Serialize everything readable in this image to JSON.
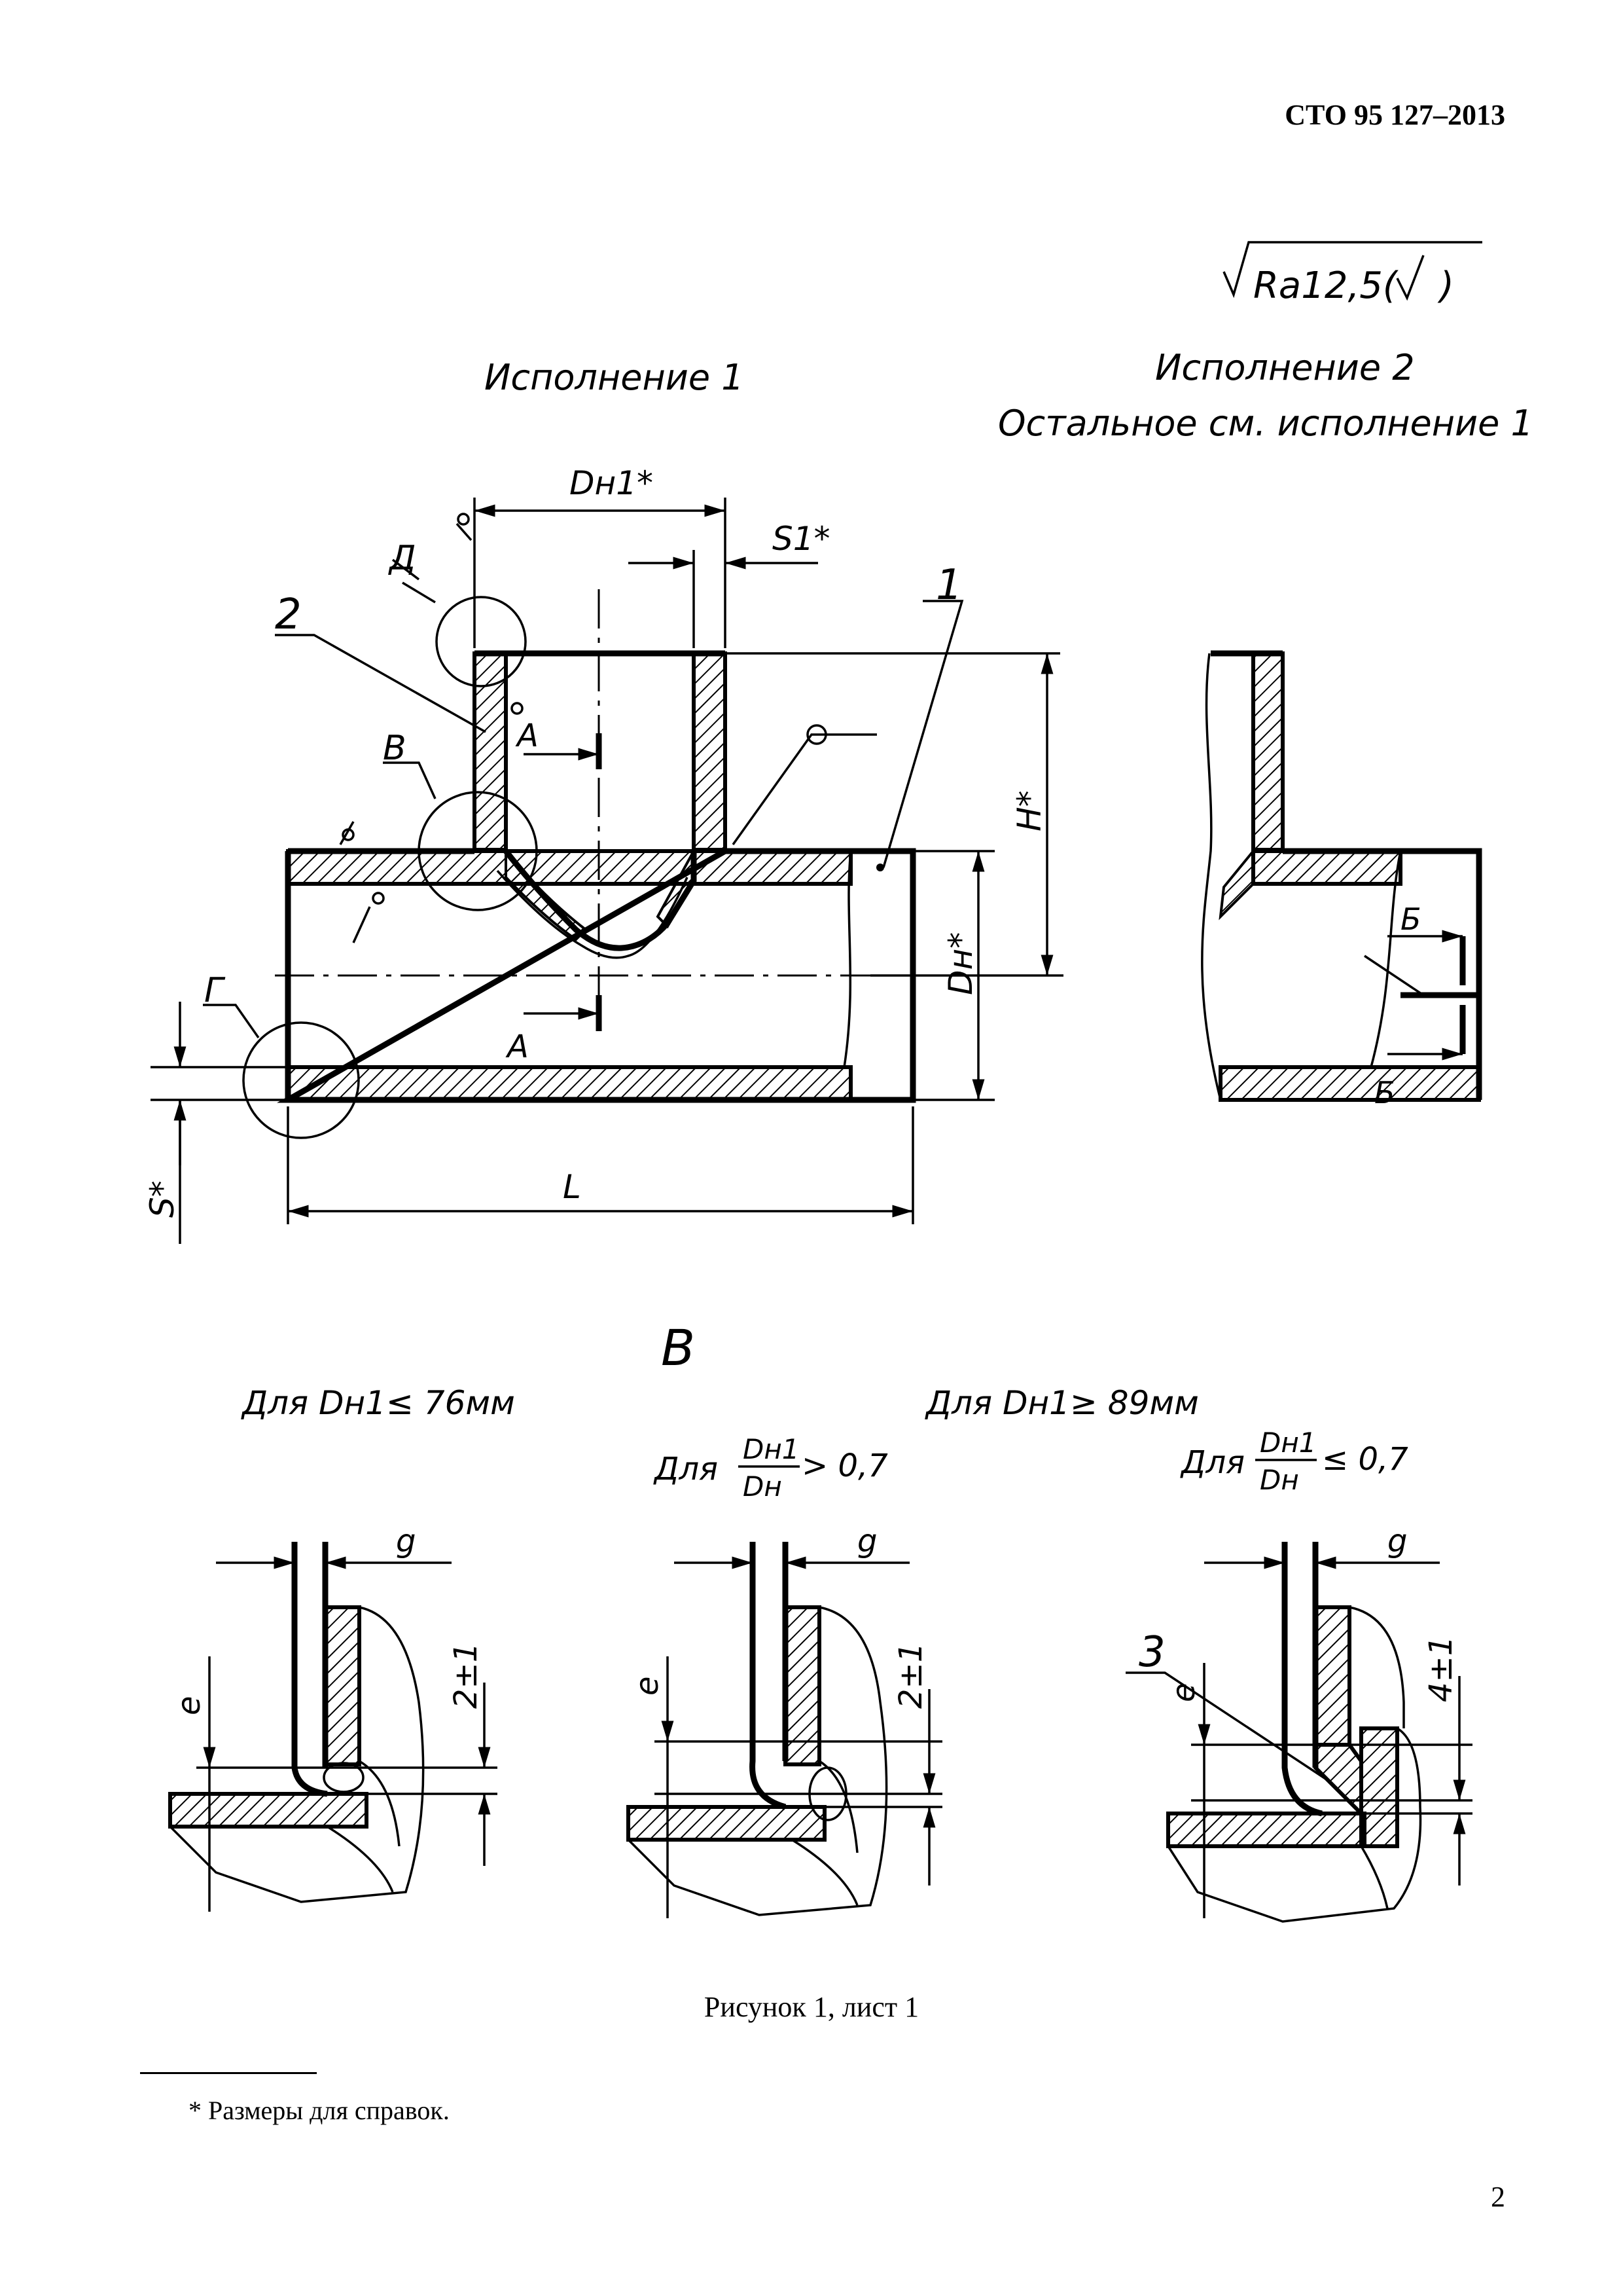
{
  "header": {
    "doc_code": "СТО 95 127–2013"
  },
  "roughness": {
    "label": "Ra12,5(",
    "suffix": ")"
  },
  "variants": {
    "v1_title": "Исполнение 1",
    "v2_title": "Исполнение 2",
    "v2_note": "Остальное см. исполнение 1"
  },
  "dimensions": {
    "dn1": "Dн1*",
    "s1": "S1*",
    "h": "H*",
    "dn": "Dн*",
    "s": "S*",
    "l": "L"
  },
  "callouts": {
    "part1": "1",
    "part2": "2",
    "part3": "3",
    "view_d": "Д",
    "view_v": "В",
    "view_g": "Г",
    "section_a_top": "А",
    "section_a_bottom": "А",
    "section_b_top": "Б",
    "section_b_bottom": "Б"
  },
  "detail_v": {
    "title": "В",
    "cond1": "Для  Dн1≤ 76мм",
    "cond2": "Для  Dн1≥ 89мм",
    "ratio_prefix": "Для",
    "ratio_num": "Dн1",
    "ratio_den": "Dн",
    "ratio_gt": "> 0,7",
    "ratio_le": "≤ 0,7",
    "dim_g": "g",
    "dim_e": "e",
    "dim_2": "2±1",
    "dim_4": "4±1"
  },
  "caption": "Рисунок  1, лист 1",
  "footnote": "* Размеры для справок.",
  "page_number": "2"
}
